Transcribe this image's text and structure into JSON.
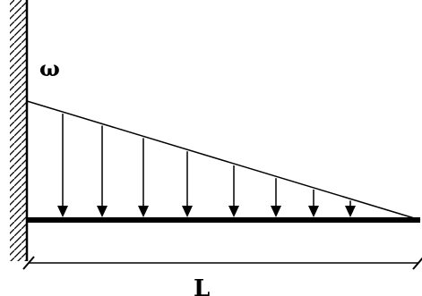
{
  "diagram": {
    "load_label": "ω",
    "length_label": "L",
    "arrow_count": 8,
    "colors": {
      "ink": "#000000",
      "background": "#ffffff"
    }
  }
}
